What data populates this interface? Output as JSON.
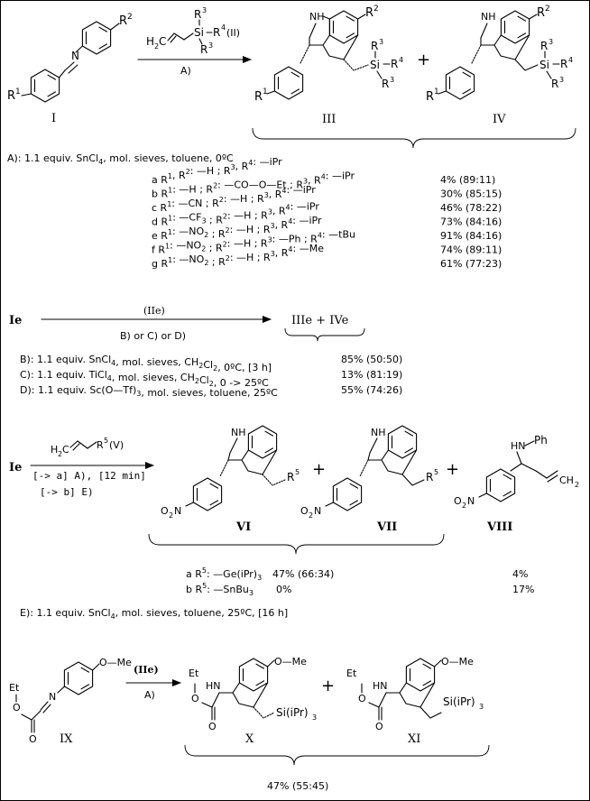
{
  "scheme1": {
    "reagent_top": {
      "r3a": "R",
      "r3a_sup": "3",
      "si": "Si",
      "r4": "R",
      "r4_sup": "4",
      "r3b": "R",
      "r3b_sup": "3",
      "h2c": "H",
      "h2c_sub": "2",
      "h2c_c": "C",
      "tag": "(II)"
    },
    "arrow_label": "A)",
    "compounds": {
      "I": {
        "label": "I",
        "r1": "R",
        "r1_sup": "1",
        "r2": "R",
        "r2_sup": "2",
        "n": "N"
      },
      "III": {
        "label": "III",
        "nh": "NH",
        "r1": "R",
        "r1_sup": "1",
        "r2": "R",
        "r2_sup": "2",
        "r3a": "R",
        "r3a_sup": "3",
        "si": "Si",
        "r4": "R",
        "r4_sup": "4",
        "r3b": "R",
        "r3b_sup": "3"
      },
      "IV": {
        "label": "IV",
        "nh": "NH",
        "r1": "R",
        "r1_sup": "1",
        "r2": "R",
        "r2_sup": "2",
        "r3a": "R",
        "r3a_sup": "3",
        "si": "Si",
        "r4": "R",
        "r4_sup": "4",
        "r3b": "R",
        "r3b_sup": "3"
      }
    },
    "plus": "+",
    "cond_A": {
      "pre": "A): 1.1 equiv. SnCl",
      "sub": "4",
      "post": ", mol. sieves, toluene, 0ºC"
    },
    "rows": [
      {
        "id": "a",
        "parts": [
          [
            "R",
            "1"
          ],
          [
            ", R",
            ""
          ],
          [
            "",
            "2"
          ],
          [
            ": —H ; R",
            ""
          ],
          [
            "",
            "3"
          ],
          [
            ", R",
            ""
          ],
          [
            "",
            "4"
          ],
          [
            ": —iPr",
            ""
          ]
        ],
        "yield": "4% (89:11)"
      },
      {
        "id": "b",
        "parts": [
          [
            "R",
            "1"
          ],
          [
            ": —H ; R",
            ""
          ],
          [
            "",
            "2"
          ],
          [
            ": —CO—O—Et ; R",
            ""
          ],
          [
            "",
            "3"
          ],
          [
            ", R",
            ""
          ],
          [
            "",
            "4"
          ],
          [
            ": —iPr",
            ""
          ]
        ],
        "yield": "30% (85:15)"
      },
      {
        "id": "c",
        "parts": [
          [
            "R",
            "1"
          ],
          [
            ": —CN ; R",
            ""
          ],
          [
            "",
            "2"
          ],
          [
            ": —H ; R",
            ""
          ],
          [
            "",
            "3"
          ],
          [
            ", R",
            ""
          ],
          [
            "",
            "4"
          ],
          [
            ": —iPr",
            ""
          ]
        ],
        "yield": "46% (78:22)"
      },
      {
        "id": "d",
        "parts": [
          [
            "R",
            "1"
          ],
          [
            ": —CF",
            ""
          ],
          [
            "_3",
            ""
          ],
          [
            " ; R",
            ""
          ],
          [
            "",
            "2"
          ],
          [
            ": —H ; R",
            ""
          ],
          [
            "",
            "3"
          ],
          [
            ", R",
            ""
          ],
          [
            "",
            "4"
          ],
          [
            ": —iPr",
            ""
          ]
        ],
        "yield": "73% (84:16)"
      },
      {
        "id": "e",
        "parts": [
          [
            "R",
            "1"
          ],
          [
            ": —NO",
            ""
          ],
          [
            "_2",
            ""
          ],
          [
            " ; R",
            ""
          ],
          [
            "",
            "2"
          ],
          [
            ": —H ; R",
            ""
          ],
          [
            "",
            "3"
          ],
          [
            ", R",
            ""
          ],
          [
            "",
            "4"
          ],
          [
            ": —iPr",
            ""
          ]
        ],
        "yield": "91% (84:16)"
      },
      {
        "id": "f",
        "parts": [
          [
            "R",
            "1"
          ],
          [
            ": —NO",
            ""
          ],
          [
            "_2",
            ""
          ],
          [
            " ; R",
            ""
          ],
          [
            "",
            "2"
          ],
          [
            ": —H ; R",
            ""
          ],
          [
            "",
            "3"
          ],
          [
            ": —Ph ; R",
            ""
          ],
          [
            "",
            "4"
          ],
          [
            ": —tBu",
            ""
          ]
        ],
        "yield": "74% (89:11)"
      },
      {
        "id": "g",
        "parts": [
          [
            "R",
            "1"
          ],
          [
            ": —NO",
            ""
          ],
          [
            "_2",
            ""
          ],
          [
            " ; R",
            ""
          ],
          [
            "",
            "2"
          ],
          [
            ": —H ; R",
            ""
          ],
          [
            "",
            "3"
          ],
          [
            ", R",
            ""
          ],
          [
            "",
            "4"
          ],
          [
            ": —Me",
            ""
          ]
        ],
        "yield": "61% (77:23)"
      }
    ]
  },
  "scheme2": {
    "start": "Ie",
    "arrow_top": "(IIe)",
    "arrow_bottom": "B) or C) or D)",
    "product": "IIIe  +  IVe",
    "conds": [
      {
        "id": "B",
        "text1": "B): 1.1 equiv. SnCl",
        "sub1": "4",
        "text2": ", mol. sieves, CH",
        "sub2": "2",
        "text3": "Cl",
        "sub3": "2",
        "text4": ", 0ºC, [3 h]",
        "yield": "85% (50:50)"
      },
      {
        "id": "C",
        "text1": "C): 1.1 equiv. TiCl",
        "sub1": "4",
        "text2": ", mol. sieves, CH",
        "sub2": "2",
        "text3": "Cl",
        "sub3": "2",
        "text4": ", 0 -> 25ºC",
        "yield": "13% (81:19)"
      },
      {
        "id": "D",
        "text1": "D): 1.1 equiv. Sc(O—Tf)",
        "sub1": "3",
        "text2": ", mol. sieves, toluene, 25ºC",
        "sub2": "",
        "text3": "",
        "sub3": "",
        "text4": "",
        "yield": "55% (74:26)"
      }
    ]
  },
  "scheme3": {
    "start": "Ie",
    "reagent": {
      "h2c": "H",
      "sub": "2",
      "c": "C",
      "r5": "R",
      "r5_sup": "5",
      "tag": "(V)"
    },
    "arrow_line1": "[-> a] A), [12 min]",
    "arrow_line2": "[-> b] E)",
    "compounds": {
      "VI": {
        "label": "VI",
        "nh": "NH",
        "o2n": "O",
        "o2n_sub": "2",
        "o2n_n": "N",
        "r5": "R",
        "r5_sup": "5"
      },
      "VII": {
        "label": "VII",
        "nh": "NH",
        "o2n": "O",
        "o2n_sub": "2",
        "o2n_n": "N",
        "r5": "R",
        "r5_sup": "5"
      },
      "VIII": {
        "label": "VIII",
        "hn": "HN",
        "ph": "Ph",
        "o2n": "O",
        "o2n_sub": "2",
        "o2n_n": "N",
        "ch2": "CH",
        "ch2_sub": "2"
      }
    },
    "results": [
      {
        "id": "a",
        "r": "a R",
        "sup": "5",
        "sub_text": ": —Ge(iPr)",
        "sub": "3",
        "yield": "47% (66:34)",
        "viii": "4%"
      },
      {
        "id": "b",
        "r": "b R",
        "sup": "5",
        "sub_text": ": —SnBu",
        "sub": "3",
        "yield": "0%",
        "viii": "17%"
      }
    ],
    "cond_E": {
      "pre": "E): 1.1 equiv. SnCl",
      "sub": "4",
      "post": ", mol. sieves, toluene, 25ºC, [16 h]"
    }
  },
  "scheme4": {
    "reagent": "(IIe)",
    "arrow_label": "A)",
    "compounds": {
      "IX": {
        "label": "IX",
        "et": "Et",
        "o": "O",
        "o2": "O",
        "n": "N",
        "ome": "O—Me"
      },
      "X": {
        "label": "X",
        "et": "Et",
        "o": "O",
        "o2": "O",
        "hn": "HN",
        "ome": "O—Me",
        "si": "Si(iPr)",
        "si_sub": "3"
      },
      "XI": {
        "label": "XI",
        "et": "Et",
        "o": "O",
        "o2": "O",
        "hn": "HN",
        "ome": "O—Me",
        "si": "Si(iPr)",
        "si_sub": "3"
      }
    },
    "plus": "+",
    "yield": "47% (55:45)"
  }
}
